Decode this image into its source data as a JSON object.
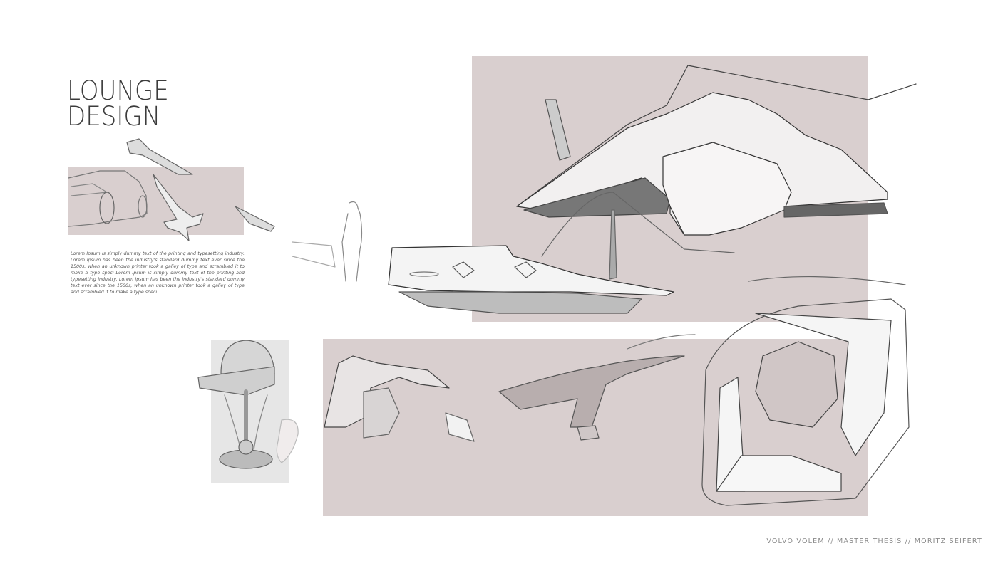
{
  "page": {
    "title_line1": "LOUNGE",
    "title_line2": "DESIGN",
    "body_text": "Lorem Ipsum is simply dummy text of the printing and typesetting industry. Lorem Ipsum has been the industry's standard dummy text ever since the 1500s, when an unknown printer took a galley of type and scrambled it to make a type speci Lorem Ipsum is simply dummy text of the printing and typesetting industry. Lorem Ipsum has been the industry's standard dummy text ever since the 1500s, when an unknown printer took a galley of type and scrambled it to make a type speci",
    "footer": "VOLVO VOLEM // MASTER THESIS // MORITZ SEIFERT"
  },
  "colors": {
    "background": "#ffffff",
    "panel": "#d9cfcf",
    "panel_light": "#e8e8e8",
    "title": "#3c3c3c",
    "footer": "#8a8a8a"
  },
  "images": [
    {
      "id": "inspiration-sketch",
      "subject": "car, jet fighters and fish inspiration sketch"
    },
    {
      "id": "lamp-sketch",
      "subject": "dome lamp with tulip stand"
    },
    {
      "id": "lounge-top-view",
      "subject": "aircraft-wing lounge shelf sketch"
    },
    {
      "id": "lounge-side-view",
      "subject": "lounge bar with standing person"
    },
    {
      "id": "cabin-interior-view",
      "subject": "interior cabin seating sketch"
    },
    {
      "id": "cockpit-layout-view",
      "subject": "top-down seating layout sketch"
    }
  ]
}
